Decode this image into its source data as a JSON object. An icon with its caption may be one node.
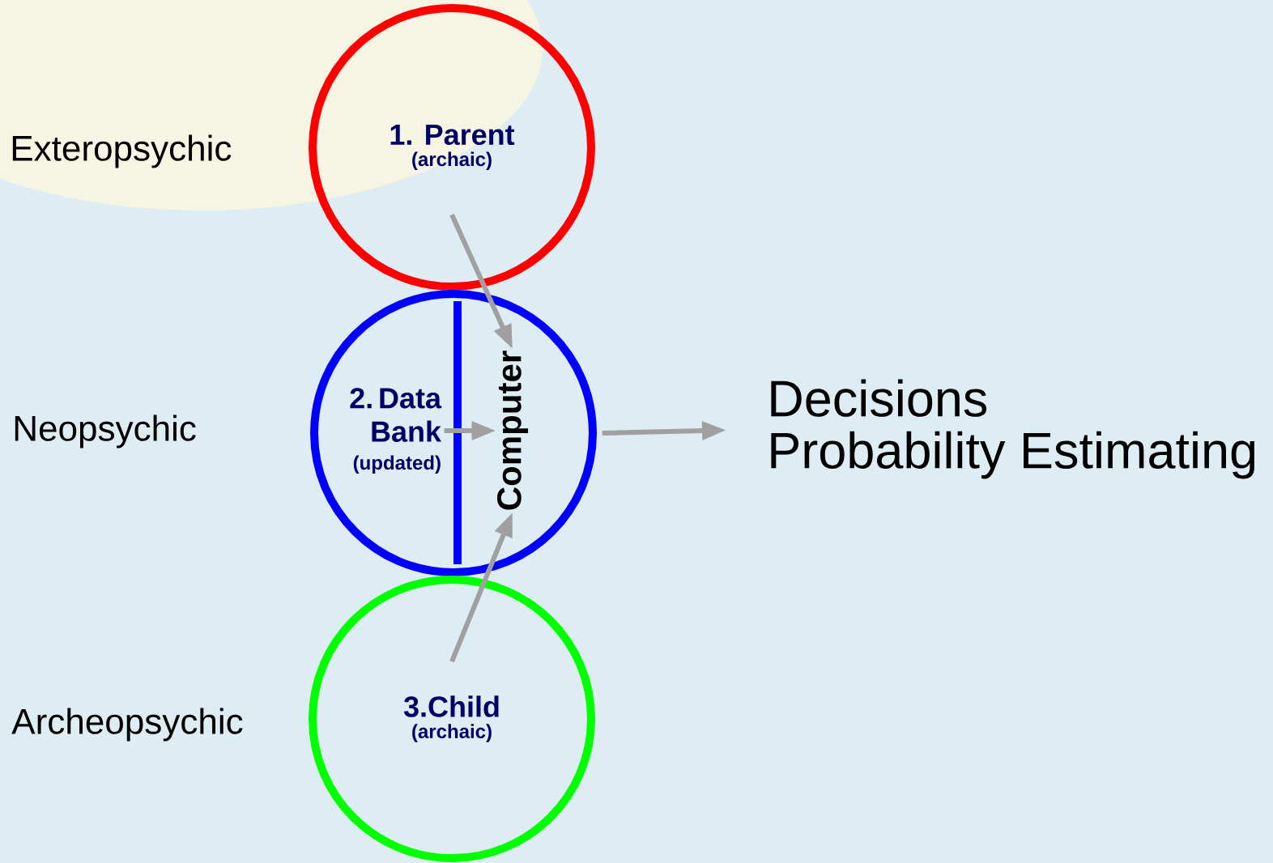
{
  "diagram": {
    "nodes": [
      {
        "text": [
          "1. Parent",
          "(archaic)"
        ]
      },
      {
        "text": [],
        "shape": "circle"
      },
      {
        "text": [
          "2. Data Bank",
          "(updated)"
        ],
        "in": 1
      },
      {
        "text": [
          "Computer"
        ],
        "in": 1
      },
      {
        "text": [
          "3.Child",
          "(archaic)"
        ]
      },
      {
        "text": [
          "Decisions",
          "Probability Estimating"
        ]
      }
    ],
    "edges": [
      {
        "from": 0,
        "to": 3,
        "arrow": "to"
      },
      {
        "from": 2,
        "to": 3,
        "arrow": "to"
      },
      {
        "from": 4,
        "to": 3,
        "arrow": "to"
      },
      {
        "from": 1,
        "to": 5,
        "arrow": "to"
      }
    ],
    "labels": [
      "Exteropsychic",
      "Neopsychic",
      "Archeopsychic"
    ]
  }
}
